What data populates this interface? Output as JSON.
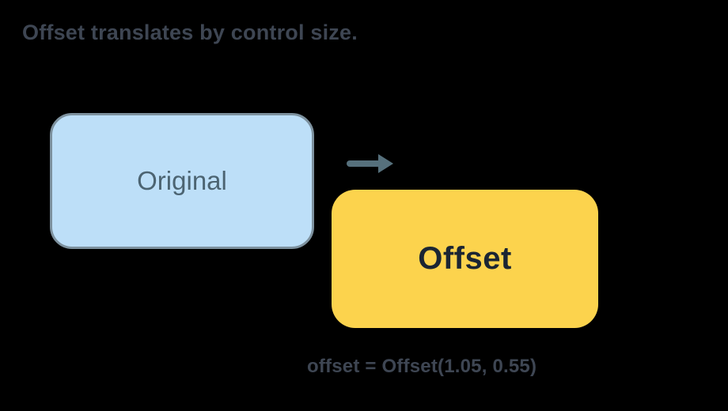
{
  "title": "Offset translates by control size.",
  "original_box": {
    "label": "Original",
    "fill": "#BDDFF8",
    "border": "#7D919E",
    "text_color": "#4C6472"
  },
  "offset_box": {
    "label": "Offset",
    "fill": "#FCD34D",
    "text_color": "#1B2533"
  },
  "arrow": {
    "icon": "right-arrow-icon",
    "color": "#56707C"
  },
  "caption": "offset = Offset(1.05, 0.55)",
  "colors": {
    "background": "#000000",
    "title_text": "#3E4653",
    "caption_text": "#3E4653"
  }
}
